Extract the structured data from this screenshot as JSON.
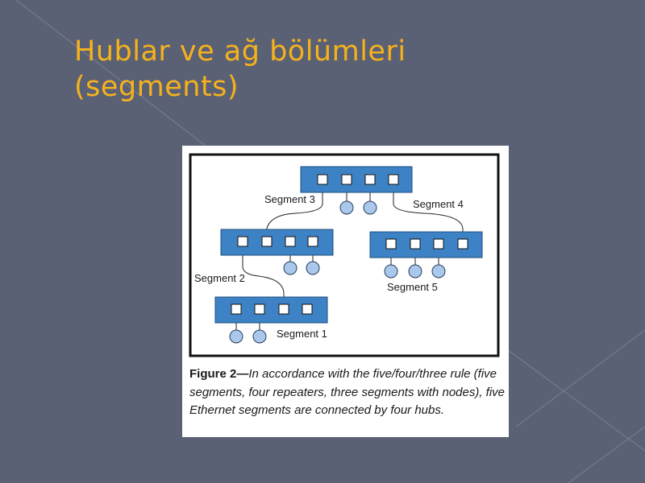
{
  "slide": {
    "title_line1": "Hublar ve ağ bölümleri",
    "title_line2": "(segments)",
    "accent_color": "#f6b21c",
    "background_color": "#5b6175"
  },
  "figure": {
    "segments": {
      "s1": "Segment 1",
      "s2": "Segment 2",
      "s3": "Segment 3",
      "s4": "Segment 4",
      "s5": "Segment 5"
    },
    "hub_color": "#3d82c4",
    "node_color": "#a9c8ec",
    "caption_label": "Figure 2—",
    "caption_text": "In accordance with the five/four/three rule (five segments, four repeaters, three segments with nodes), five Ethernet segments are connected by four hubs."
  }
}
